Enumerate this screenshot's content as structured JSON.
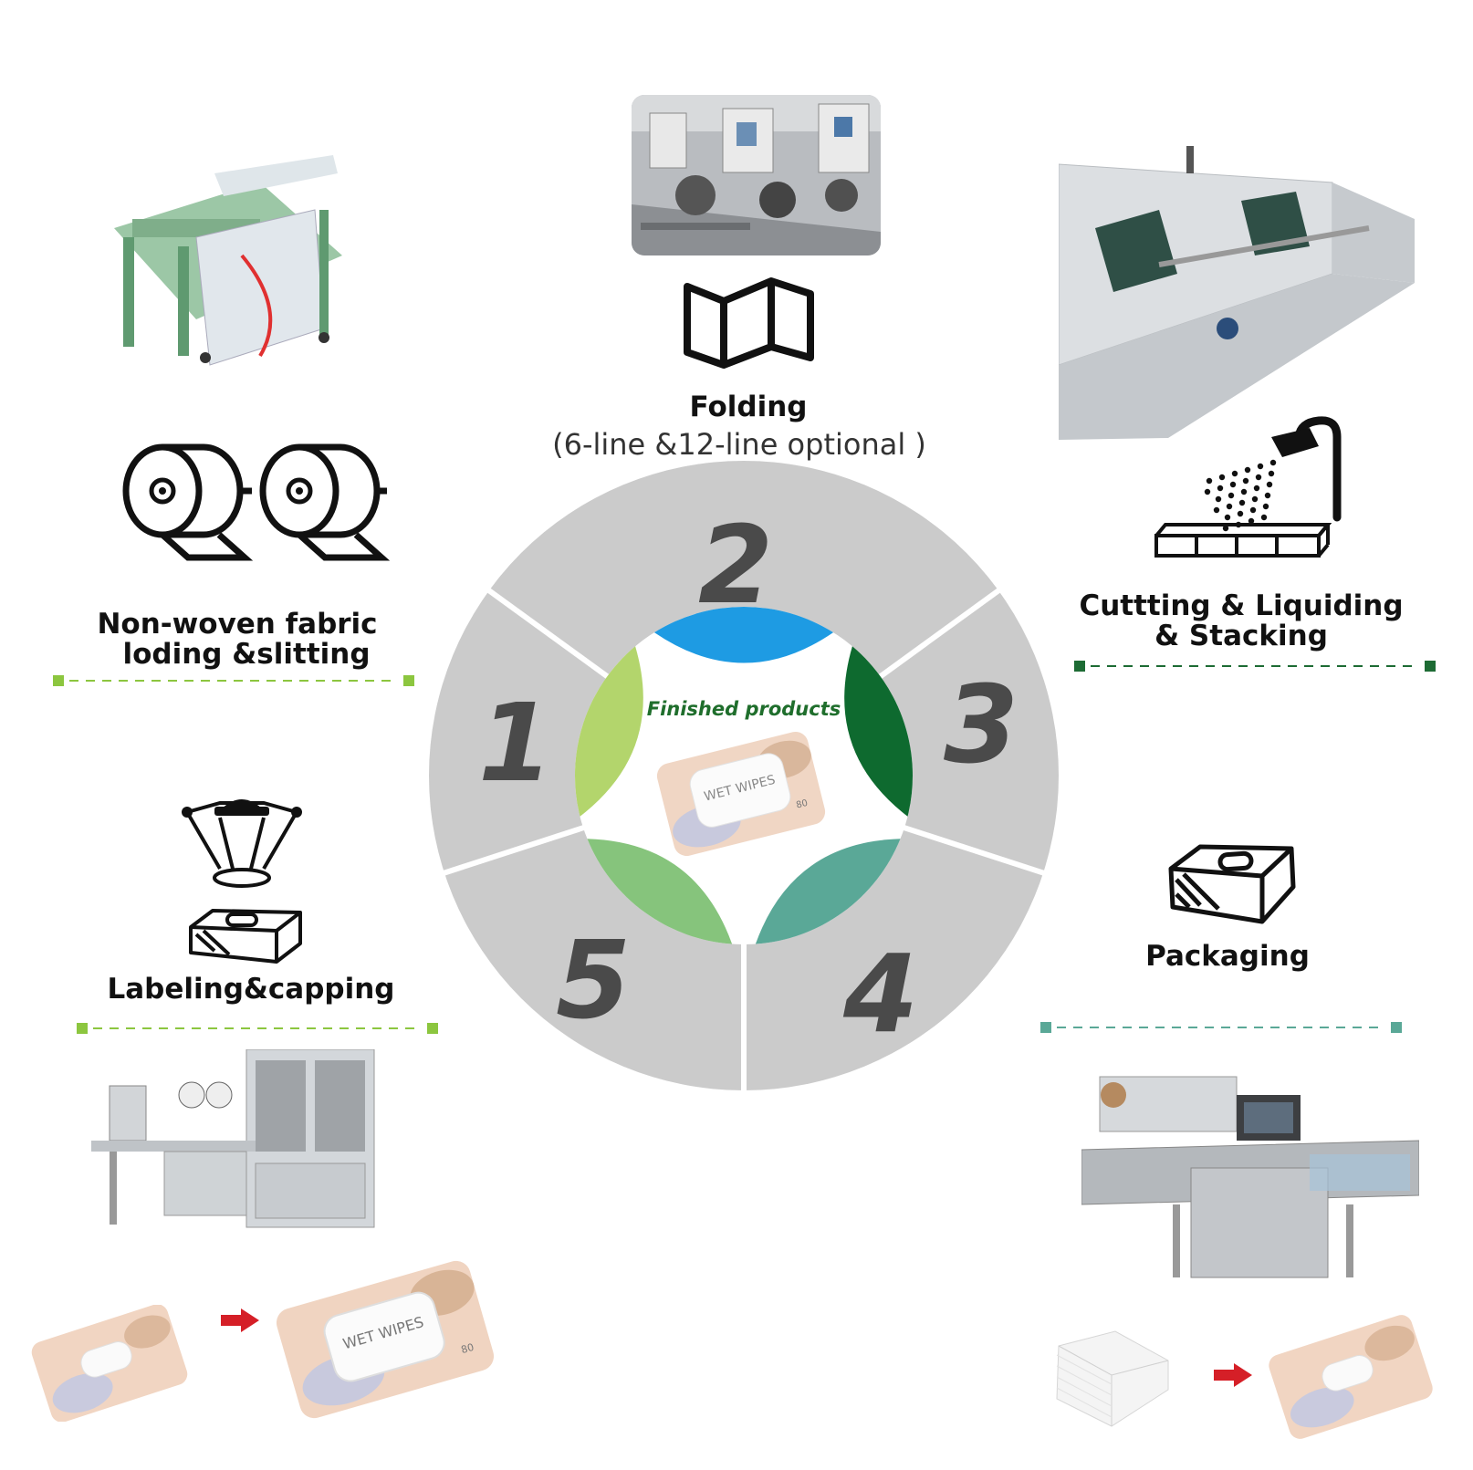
{
  "steps": [
    {
      "number": "1",
      "title_lines": [
        "Non-woven fabric",
        "loding &slitting"
      ]
    },
    {
      "number": "2",
      "title": "Folding",
      "subtitle": "(6-line &12-line optional )"
    },
    {
      "number": "3",
      "title_lines": [
        "Cuttting & Liquiding",
        "& Stacking"
      ]
    },
    {
      "number": "4",
      "title": "Packaging"
    },
    {
      "number": "5",
      "title": "Labeling&capping"
    }
  ],
  "center": {
    "label": "Finished products",
    "product_text": "WET WIPES",
    "product_count": "80"
  },
  "products": {
    "big_text": "WET WIPES",
    "big_count": "80"
  },
  "colors": {
    "ring_gray": "#cbcbcb",
    "number_gray": "#4a4a4a",
    "petal_blue": "#1e9be3",
    "petal_dark_green": "#0e6a2f",
    "petal_teal": "#5aa897",
    "petal_green": "#86c47c",
    "petal_light_green": "#b3d56c",
    "center_label": "#1f6e2c",
    "dash_light_green": "#8cc63f",
    "dash_dark_green": "#1d6b34",
    "dash_teal": "#5aa897",
    "arrow_red": "#d51f27"
  }
}
